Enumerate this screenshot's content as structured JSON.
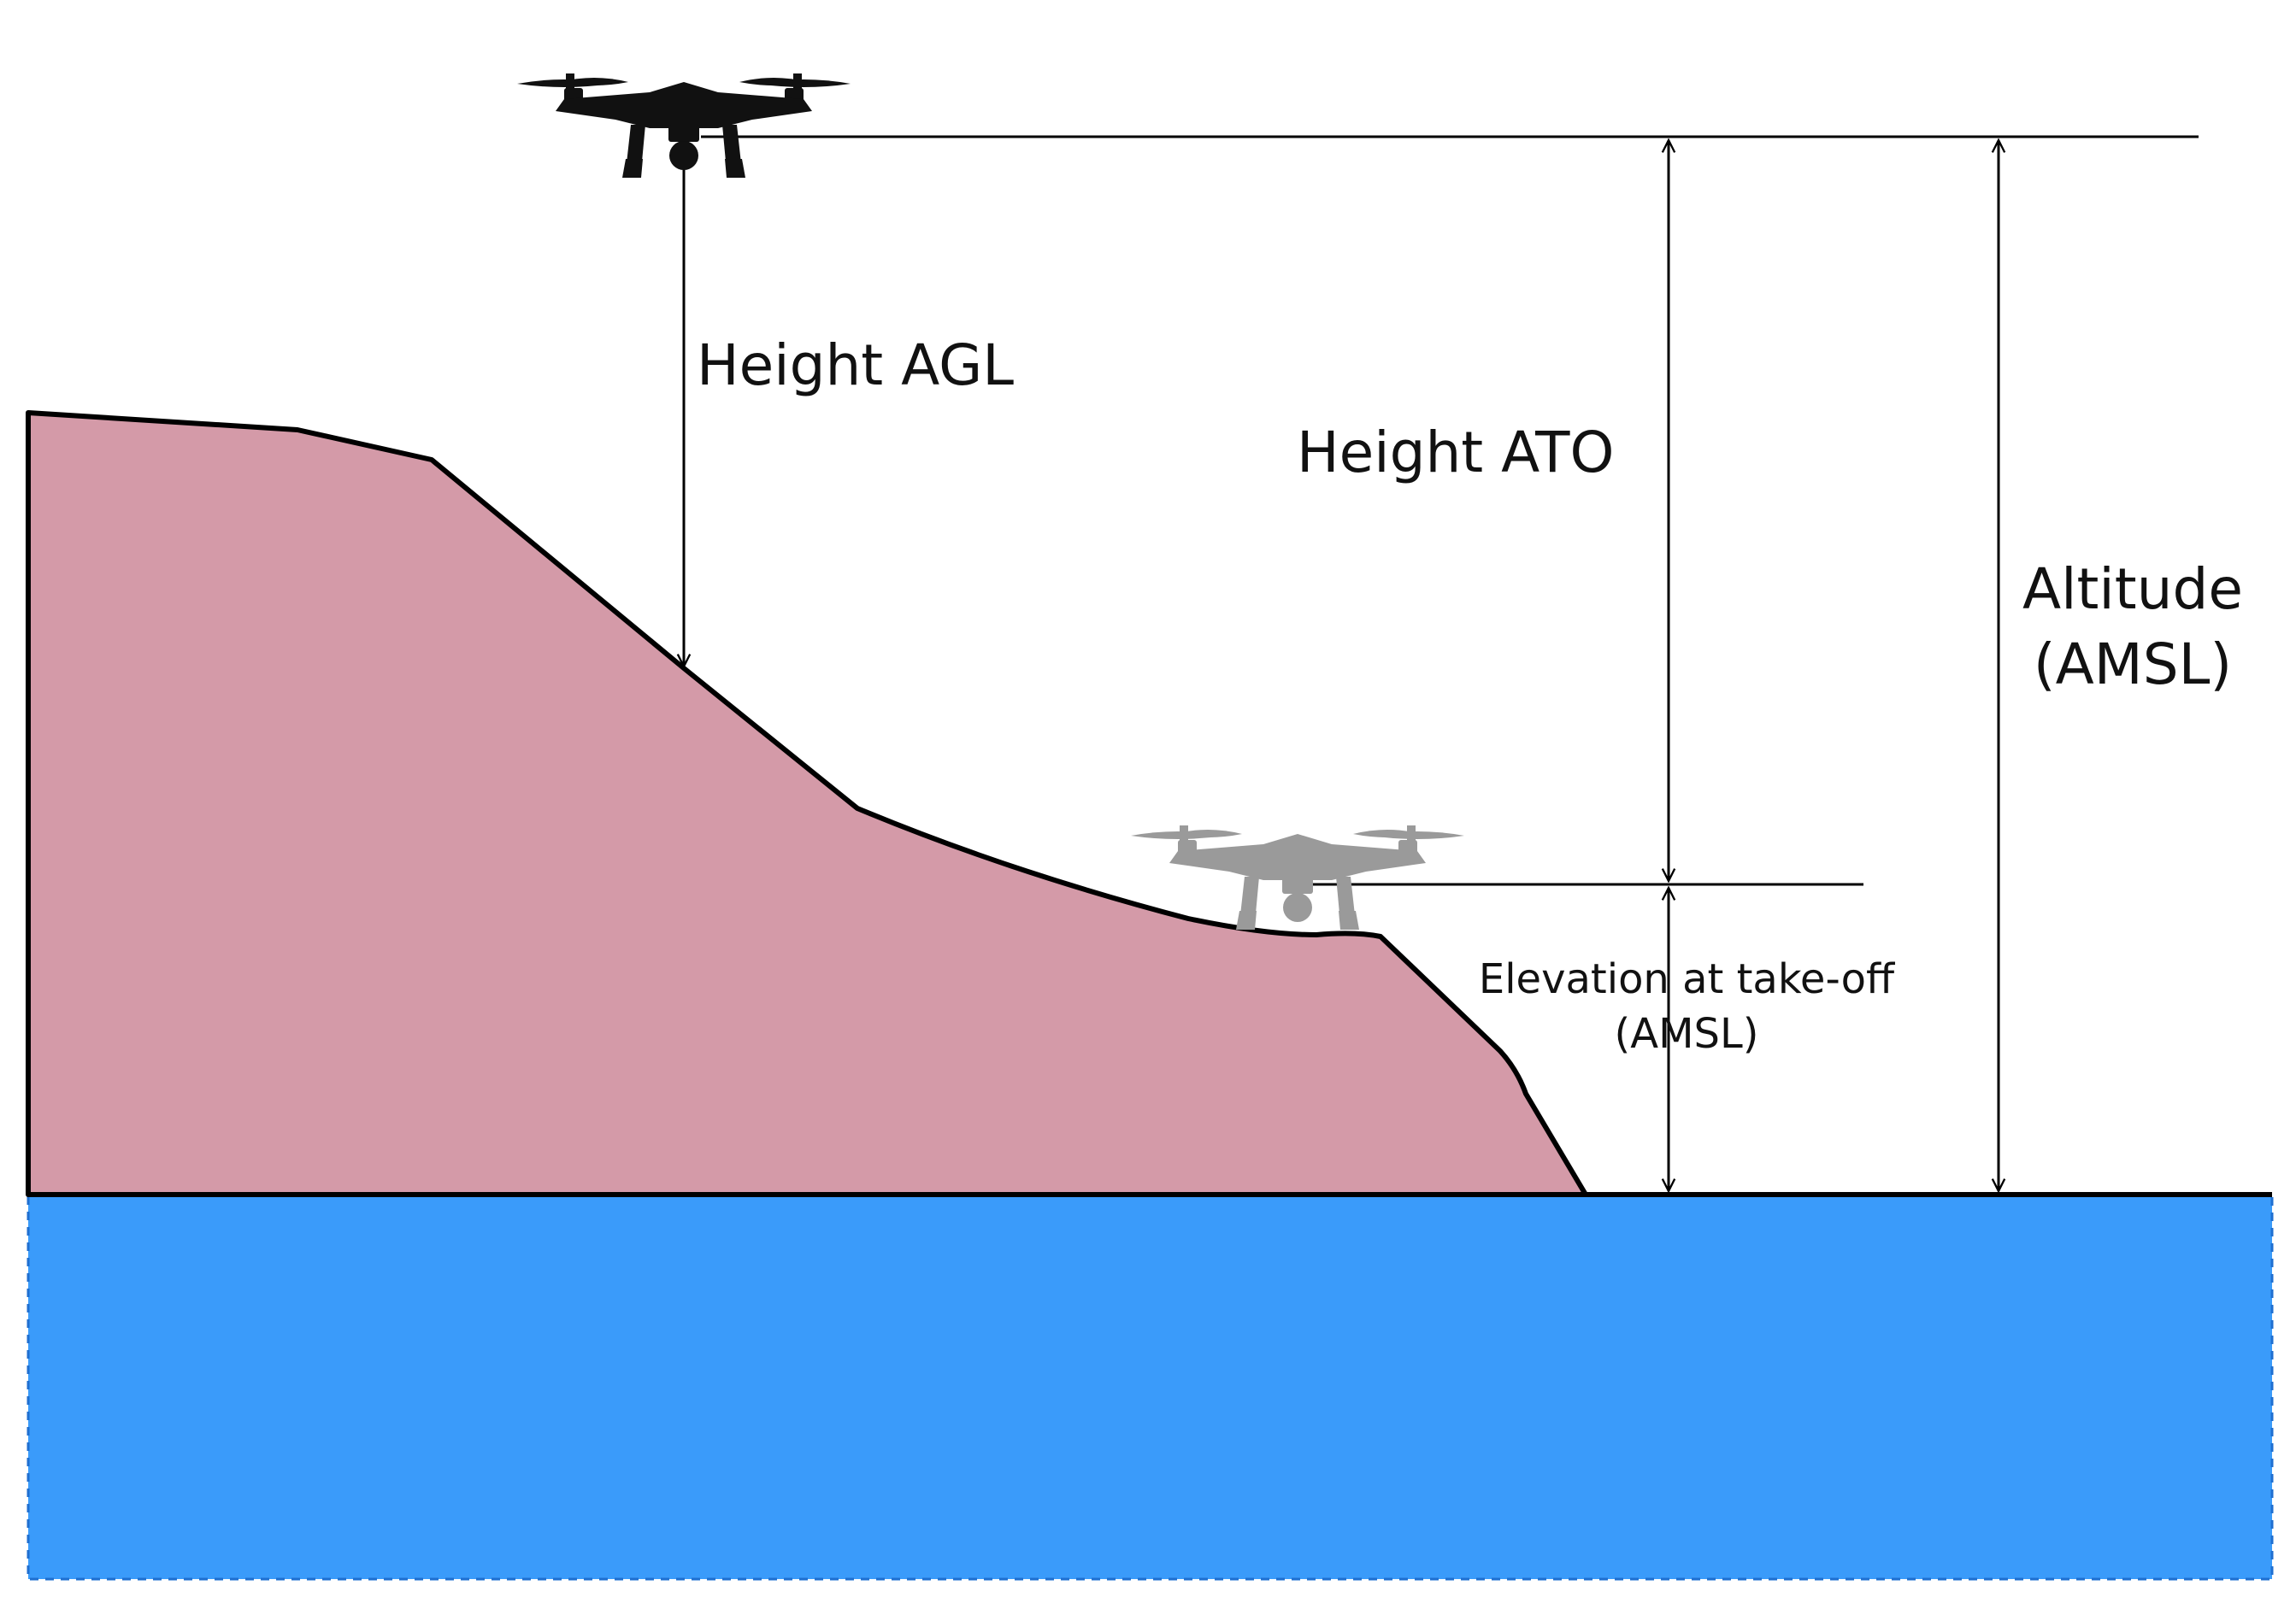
{
  "labels": {
    "height_agl": "Height AGL",
    "height_ato": "Height ATO",
    "altitude_line1": "Altitude",
    "altitude_line2": "(AMSL)",
    "elevation_line1": "Elevation at take-off",
    "elevation_line2": "(AMSL)"
  },
  "colors": {
    "terrain": "#d49aa8",
    "sea": "#3a9bfa",
    "drone_flying": "#111111",
    "drone_takeoff": "#9a9a9a",
    "lines": "#000000"
  },
  "icons": {
    "drone_flying": "quadcopter-drone-icon",
    "drone_takeoff": "quadcopter-drone-icon"
  }
}
